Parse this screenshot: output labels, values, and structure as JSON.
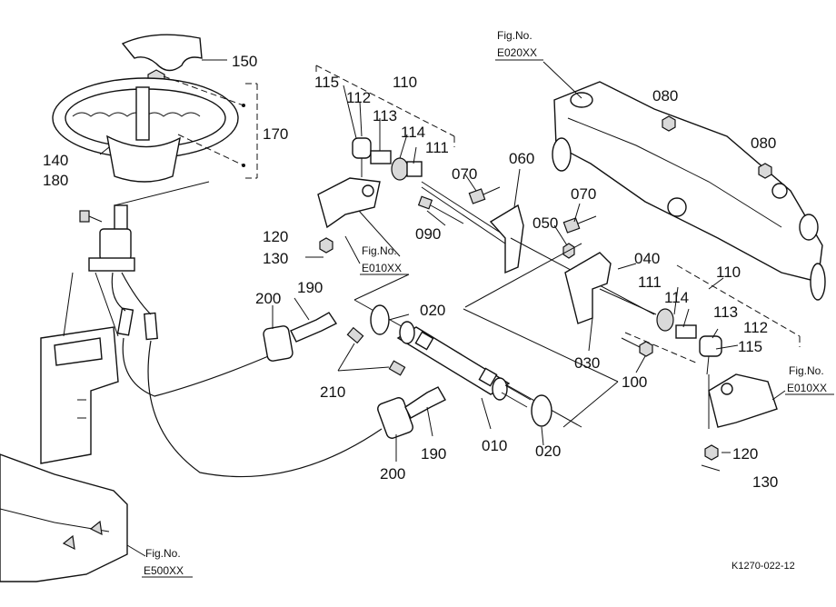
{
  "callouts": {
    "c150": "150",
    "c170": "170",
    "c140": "140",
    "c180": "180",
    "c115a": "115",
    "c112a": "112",
    "c110a": "110",
    "c113a": "113",
    "c114a": "114",
    "c111a": "111",
    "c070a": "070",
    "c060": "060",
    "c090": "090",
    "c070b": "070",
    "c050": "050",
    "c040": "040",
    "c080a": "080",
    "c080b": "080",
    "c120a": "120",
    "c130a": "130",
    "c200a": "200",
    "c190a": "190",
    "c020a": "020",
    "c210": "210",
    "c010": "010",
    "c020b": "020",
    "c190b": "190",
    "c200b": "200",
    "c030": "030",
    "c100": "100",
    "c110b": "110",
    "c111b": "111",
    "c114b": "114",
    "c113b": "113",
    "c112b": "112",
    "c115b": "115",
    "c120b": "120",
    "c130b": "130"
  },
  "figrefs": {
    "top_label": "Fig.No.",
    "top_code": "E020XX",
    "left_label": "Fig.No.",
    "left_code": "E010XX",
    "right_label": "Fig.No.",
    "right_code": "E010XX",
    "bottom_label": "Fig.No.",
    "bottom_code": "E500XX"
  },
  "drawing_code": "K1270-022-12"
}
